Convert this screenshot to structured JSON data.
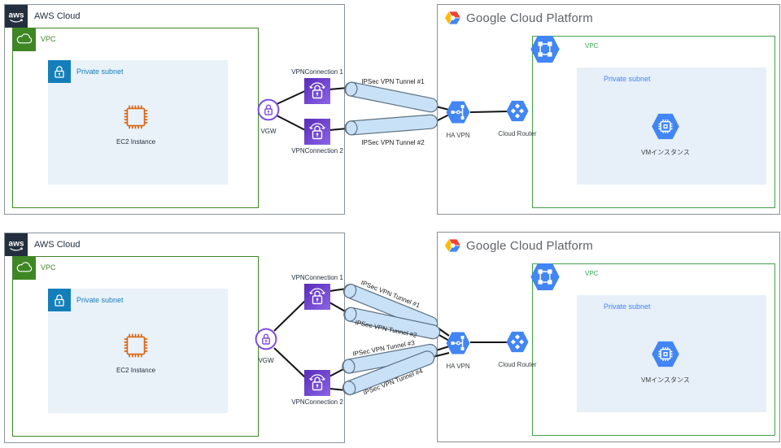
{
  "colors": {
    "aws_dark": "#232F3E",
    "aws_green": "#3F8624",
    "subnet_blue": "#147EBA",
    "ec2_orange": "#D86613",
    "vpn_purple": "#7C4DDF",
    "tunnel_fill": "#C9E1F7",
    "gcp_blue": "#4285F4",
    "gcp_green": "#34A853"
  },
  "diagram1": {
    "aws": {
      "logo": "aws",
      "title": "AWS Cloud",
      "vpc_label": "VPC",
      "subnet_label": "Private subnet",
      "ec2_label": "EC2 Instance",
      "vgw_label": "VGW",
      "vpn_connection_1": "VPNConnection 1",
      "vpn_connection_2": "VPNConnection 2"
    },
    "tunnels": {
      "tunnel1": "IPSec VPN Tunnel #1",
      "tunnel2": "IPSec VPN Tunnel #2"
    },
    "gcp": {
      "title": "Google Cloud Platform",
      "ha_vpn_label": "HA VPN",
      "cloud_router_label": "Cloud Router",
      "vpc_label": "VPC",
      "subnet_label": "Private subnet",
      "vm_label": "VMインスタンス"
    }
  },
  "diagram2": {
    "aws": {
      "logo": "aws",
      "title": "AWS Cloud",
      "vpc_label": "VPC",
      "subnet_label": "Private subnet",
      "ec2_label": "EC2 Instance",
      "vgw_label": "VGW",
      "vpn_connection_1": "VPNConnection 1",
      "vpn_connection_2": "VPNConnection 2"
    },
    "tunnels": {
      "tunnel1": "IPSec VPN Tunnel #1",
      "tunnel2": "IPSec VPN Tunnel #2",
      "tunnel3": "IPSec VPN Tunnel #3",
      "tunnel4": "IPSec VPN Tunnel #4"
    },
    "gcp": {
      "title": "Google Cloud Platform",
      "ha_vpn_label": "HA VPN",
      "cloud_router_label": "Cloud Router",
      "vpc_label": "VPC",
      "subnet_label": "Private subnet",
      "vm_label": "VMインスタンス"
    }
  }
}
